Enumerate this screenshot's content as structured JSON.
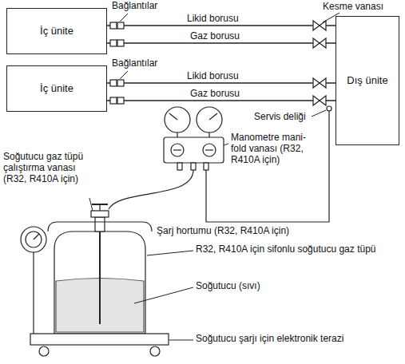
{
  "diagram": {
    "nodes": [
      {
        "text": [
          "İç ünite"
        ]
      },
      {
        "text": [
          "İç ünite"
        ]
      },
      {
        "text": [
          "Dış ünite"
        ]
      }
    ],
    "edges": [
      {
        "from": 0,
        "to": 2,
        "arrow": "none",
        "label": "Likid borusu"
      },
      {
        "from": 0,
        "to": 2,
        "arrow": "none",
        "label": "Gaz borusu"
      },
      {
        "from": 1,
        "to": 2,
        "arrow": "none",
        "label": "Likid borusu"
      },
      {
        "from": 1,
        "to": 2,
        "arrow": "none",
        "label": "Gaz borusu"
      }
    ],
    "labels": [
      "Bağlantılar",
      "Kesme vanası",
      "Bağlantılar",
      "Servis deliği",
      "Soğutucu gaz tüpü çalıştırma vanası (R32, R410A için)",
      "Manometre mani- fold vanası (R32, R410A için)",
      "Şarj hortumu (R32, R410A için)",
      "R32, R410A için sifonlu soğutucu gaz tüpü",
      "Soğutucu (sıvı)",
      "Soğutucu şarjı için elektronik terazi"
    ]
  }
}
